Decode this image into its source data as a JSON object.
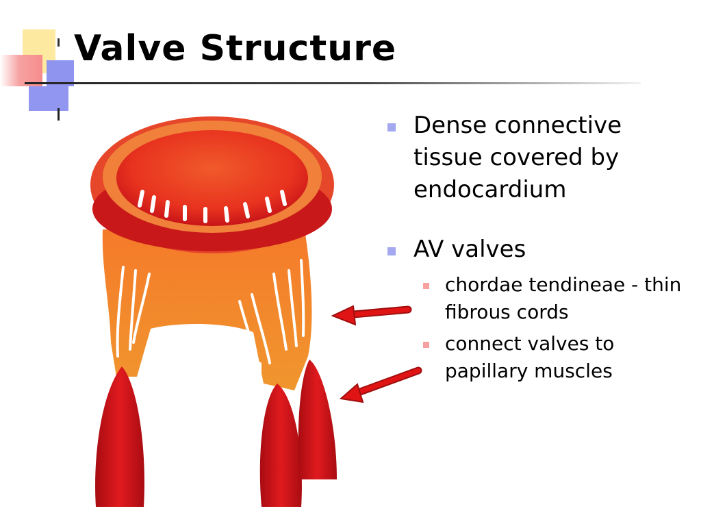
{
  "slide": {
    "title": "Valve Structure",
    "bullets": [
      {
        "text": "Dense connective tissue covered by endocardium"
      },
      {
        "text": "AV valves",
        "subbullets": [
          {
            "text": "chordae tendineae - thin fibrous cords"
          },
          {
            "text": "connect valves to papillary muscles"
          }
        ]
      }
    ]
  },
  "colors": {
    "bullet_primary": "#a4a8f0",
    "bullet_secondary": "#f7a0a0",
    "valve_red": "#d9161c",
    "valve_orange": "#f2752a",
    "arrow_red": "#e01414"
  },
  "icons": [
    "valve-illustration",
    "arrow-left-icon"
  ]
}
